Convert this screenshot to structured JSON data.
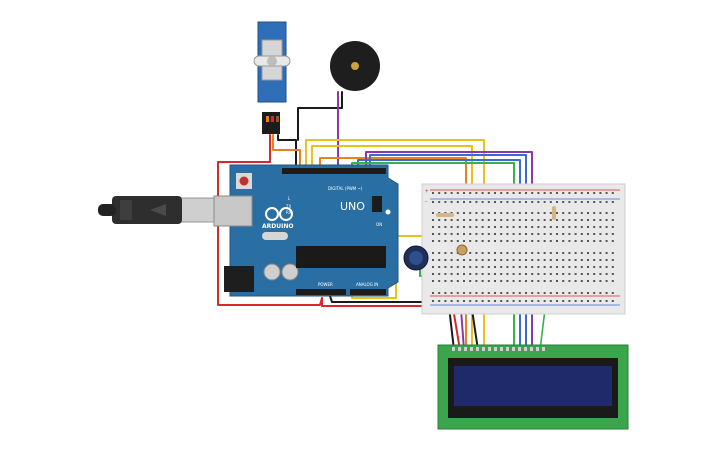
{
  "board": {
    "logo": "ARDUINO",
    "model": "UNO",
    "digital_label": "DIGITAL (PWM ~)",
    "analog_label": "ANALOG IN",
    "power_label": "POWER",
    "led_l": "L",
    "led_tx": "TX",
    "led_rx": "RX",
    "on_label": "ON"
  },
  "breadboard": {
    "rail_plus": "+",
    "rail_minus": "-"
  },
  "colors": {
    "wire_red": "#d42a2a",
    "wire_black": "#1a1a1a",
    "wire_yellow": "#e8c21a",
    "wire_orange": "#e8821a",
    "wire_purple": "#8a3aa8",
    "wire_blue": "#3a6ad8",
    "wire_green": "#3ab04a",
    "board_blue": "#2a6fa3",
    "lcd_green": "#3aa54a",
    "lcd_screen": "#1f2a6a"
  }
}
